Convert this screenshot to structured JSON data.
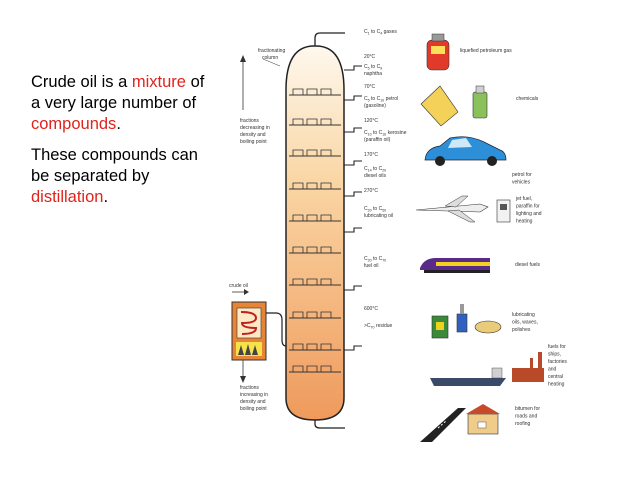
{
  "intro": {
    "p1_a": "Crude oil is a ",
    "p1_mixture": "mixture",
    "p1_b": " of a very large number of ",
    "p1_compounds": "compounds",
    "p1_c": ".",
    "p2_a": "These compounds can be separated by ",
    "p2_distillation": "distillation",
    "p2_b": "."
  },
  "column": {
    "label": [
      "fractionating",
      "column"
    ],
    "left_top_label": [
      "fractions",
      "decreasing in",
      "density and",
      "boiling point"
    ],
    "left_bottom_label": [
      "fractions",
      "increasing in",
      "density and",
      "boiling point"
    ],
    "crude_oil": "crude oil"
  },
  "fractions": [
    {
      "name": "C1 to C4 gases",
      "main": "C",
      "s1": "1",
      "mid": " to C",
      "s2": "4",
      "suffix": " gases",
      "extra": "",
      "temp": "20°C",
      "use": [
        "liquefied petroleum gas"
      ]
    },
    {
      "name": "C5 to C9 naphtha",
      "main": "C",
      "s1": "5",
      "mid": " to C",
      "s2": "9",
      "suffix": "",
      "extra": "naphtha",
      "temp": "70°C",
      "use": [
        "chemicals"
      ]
    },
    {
      "name": "C5 to C10 petrol",
      "main": "C",
      "s1": "5",
      "mid": " to C",
      "s2": "10",
      "suffix": " petrol",
      "extra": "(gasoline)",
      "temp": "120°C",
      "use": [
        "petrol for",
        "vehicles"
      ]
    },
    {
      "name": "C10 to C16 kerosine",
      "main": "C",
      "s1": "10",
      "mid": " to C",
      "s2": "16",
      "suffix": " kerosine",
      "extra": "(paraffin oil)",
      "temp": "170°C",
      "use": [
        "jet fuel,",
        "paraffin for",
        "lighting and",
        "heating"
      ]
    },
    {
      "name": "C14 to C20 diesel oils",
      "main": "C",
      "s1": "14",
      "mid": " to C",
      "s2": "20",
      "suffix": "",
      "extra": "diesel oils",
      "temp": "270°C",
      "use": [
        "diesel fuels"
      ]
    },
    {
      "name": "C20 to C50 lubricating oil",
      "main": "C",
      "s1": "20",
      "mid": " to C",
      "s2": "50",
      "suffix": "",
      "extra": "lubricating oil",
      "temp": "",
      "use": [
        "lubricating",
        "oils, waxes,",
        "polishes"
      ]
    },
    {
      "name": "C20 to C70 fuel oil",
      "main": "C",
      "s1": "20",
      "mid": " to C",
      "s2": "70",
      "suffix": "",
      "extra": "fuel oil",
      "temp": "600°C",
      "use": [
        "fuels for",
        "ships,",
        "factories",
        "and",
        "central",
        "heating"
      ]
    },
    {
      "name": ">C70 residue",
      "main": ">C",
      "s1": "70",
      "mid": " residue",
      "s2": "",
      "suffix": "",
      "extra": "",
      "temp": "",
      "use": [
        "bitumen for",
        "roads and",
        "roofing"
      ]
    }
  ],
  "icons": [
    "lpg-cylinder-icon",
    "chemicals-icon",
    "car-icon",
    "jet-plane-icon",
    "train-icon",
    "lubricant-cans-icon",
    "ship-icon",
    "road-house-icon"
  ],
  "colors": {
    "accent_red": "#e0231c",
    "column_top": "#fef6e8",
    "column_bottom": "#f0a066"
  }
}
